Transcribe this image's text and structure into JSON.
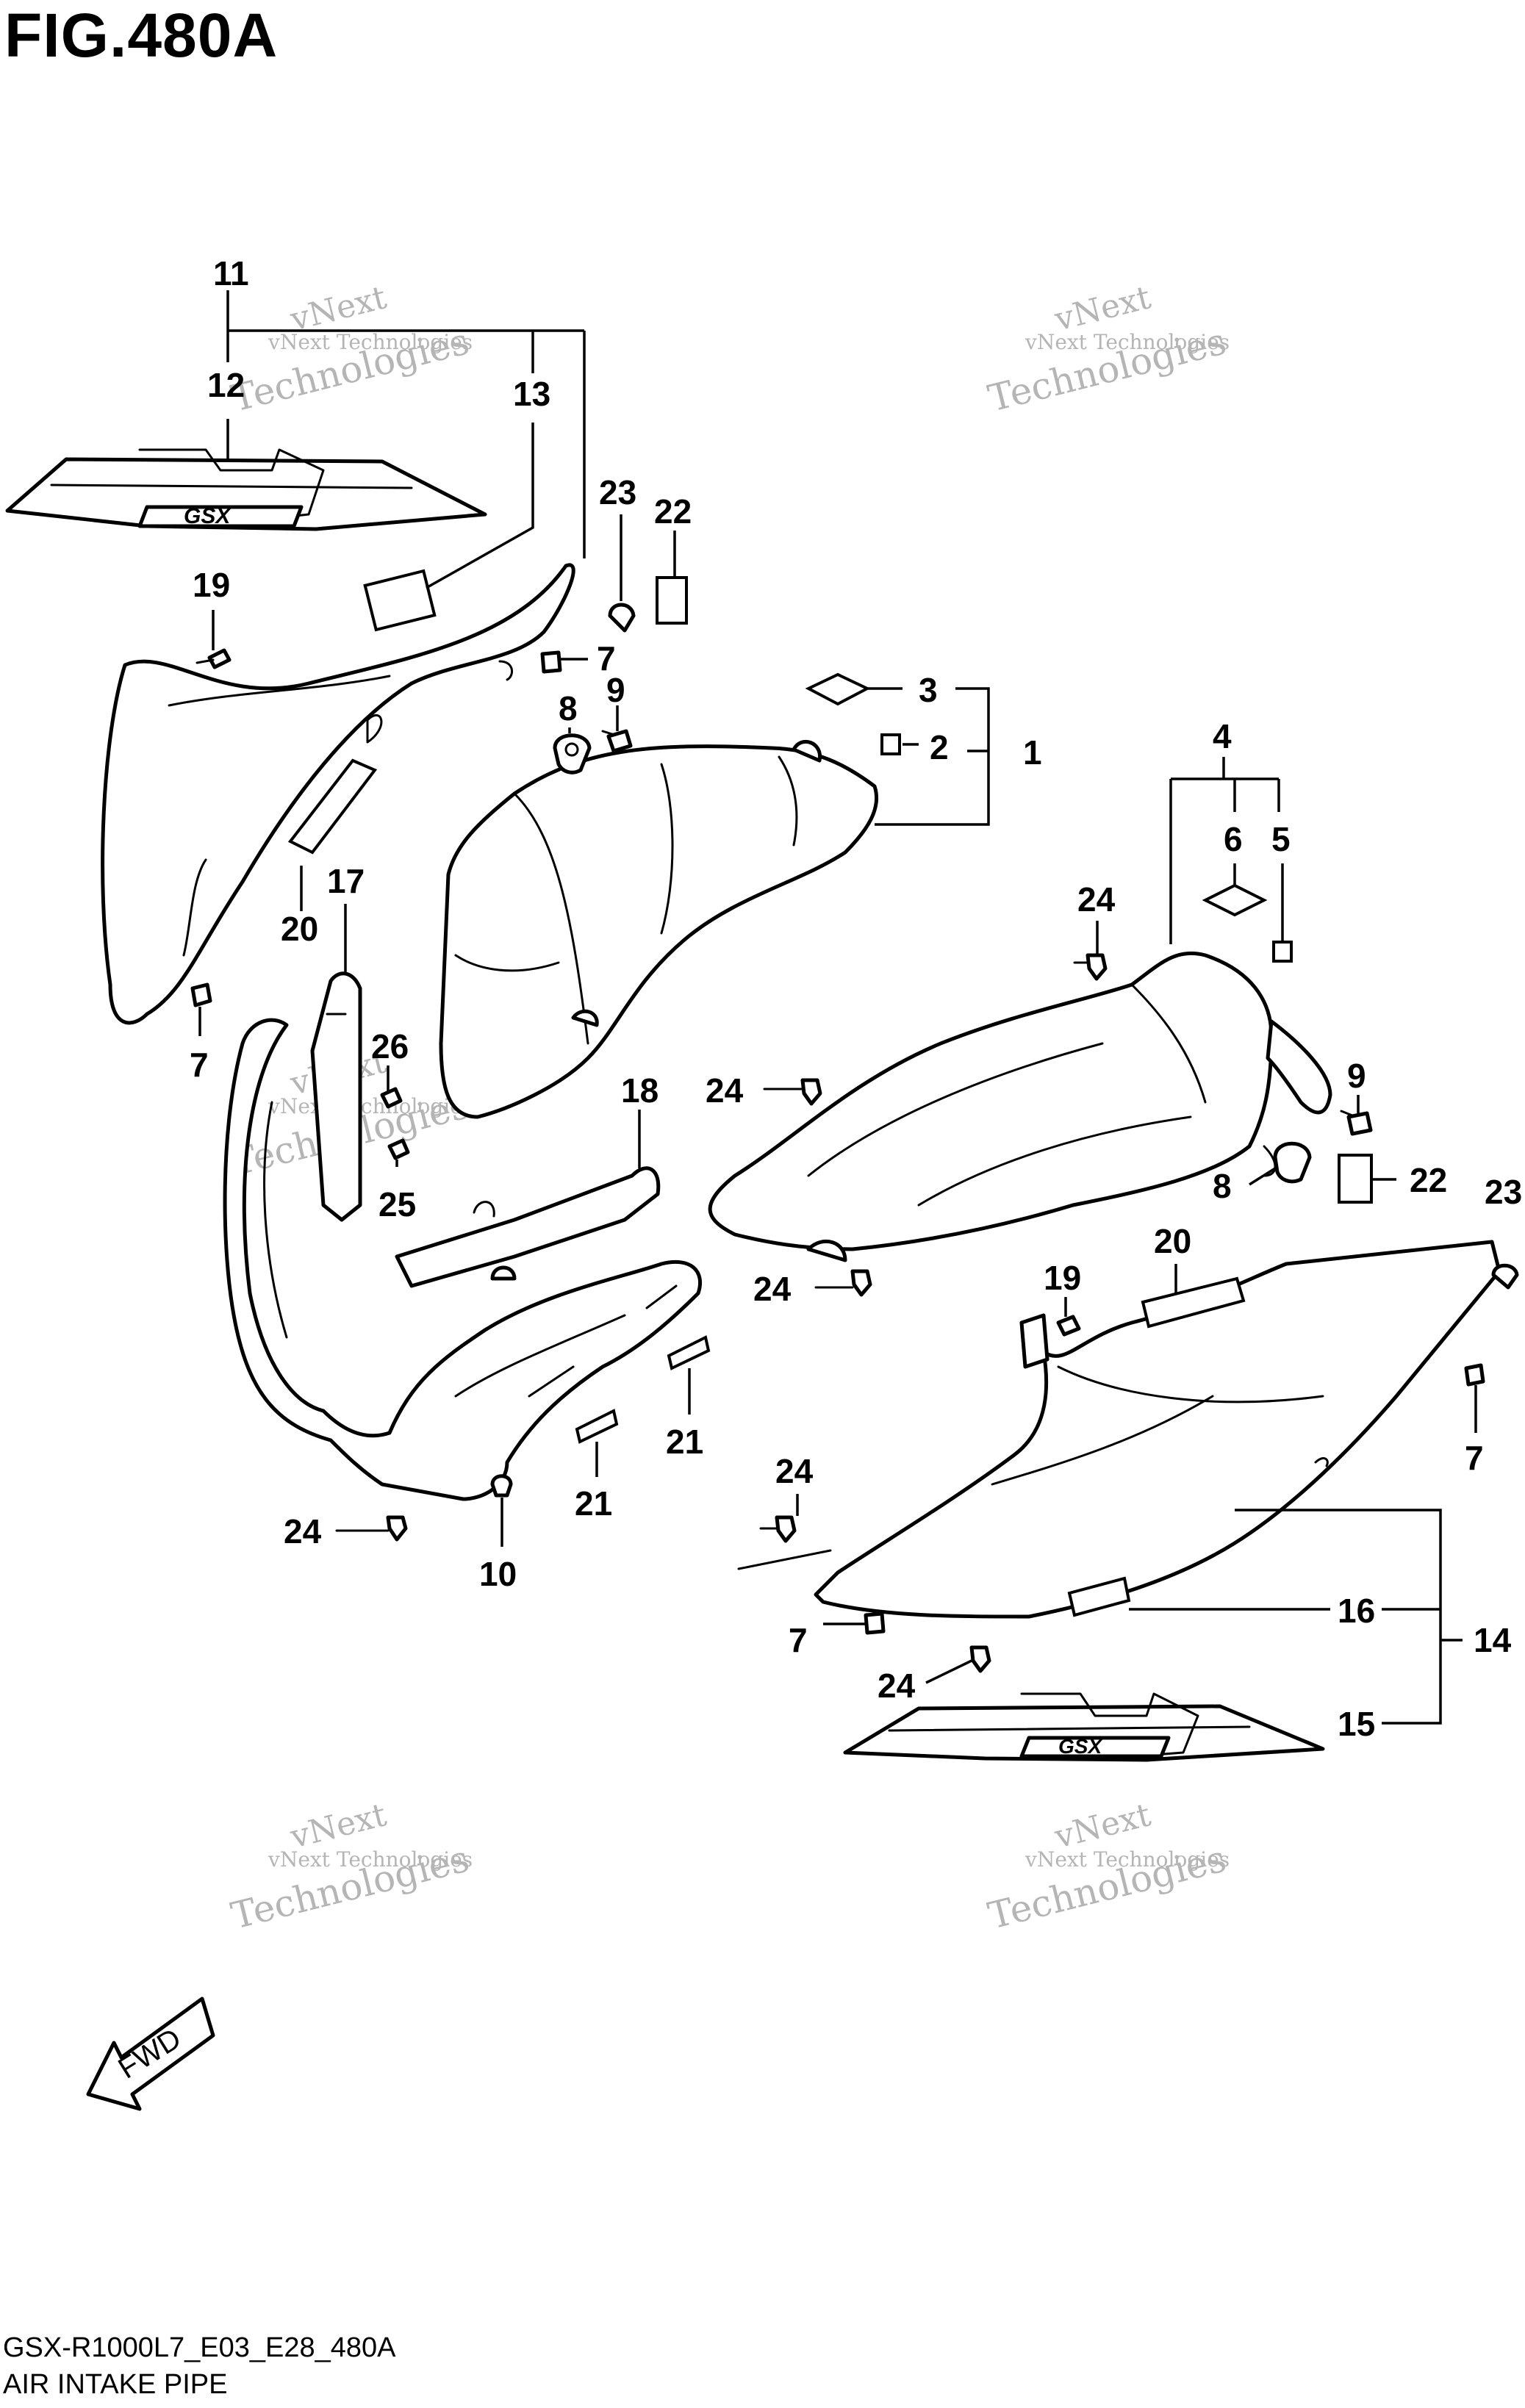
{
  "figure": {
    "title": "FIG.480A",
    "code": "GSX-R1000L7_E03_E28_480A",
    "name": "AIR INTAKE PIPE"
  },
  "watermark": {
    "line1": "vNext Technologies",
    "line2": "vNext",
    "line3": "Technologies"
  },
  "callouts": {
    "c1": "1",
    "c2": "2",
    "c3": "3",
    "c4": "4",
    "c5": "5",
    "c6": "6",
    "c7a": "7",
    "c7b": "7",
    "c7c": "7",
    "c7d": "7",
    "c8a": "8",
    "c8b": "8",
    "c9a": "9",
    "c9b": "9",
    "c10": "10",
    "c11": "11",
    "c12": "12",
    "c13": "13",
    "c14": "14",
    "c15": "15",
    "c16": "16",
    "c17": "17",
    "c18": "18",
    "c19a": "19",
    "c19b": "19",
    "c20a": "20",
    "c20b": "20",
    "c21a": "21",
    "c21b": "21",
    "c22a": "22",
    "c22b": "22",
    "c23a": "23",
    "c23b": "23",
    "c24a": "24",
    "c24b": "24",
    "c24c": "24",
    "c24d": "24",
    "c24e": "24",
    "c24f": "24",
    "c25": "25",
    "c26": "26"
  },
  "decal_text": {
    "gsx_top": "GSX",
    "gsx_bottom": "GSX",
    "fwd": "FWD"
  }
}
